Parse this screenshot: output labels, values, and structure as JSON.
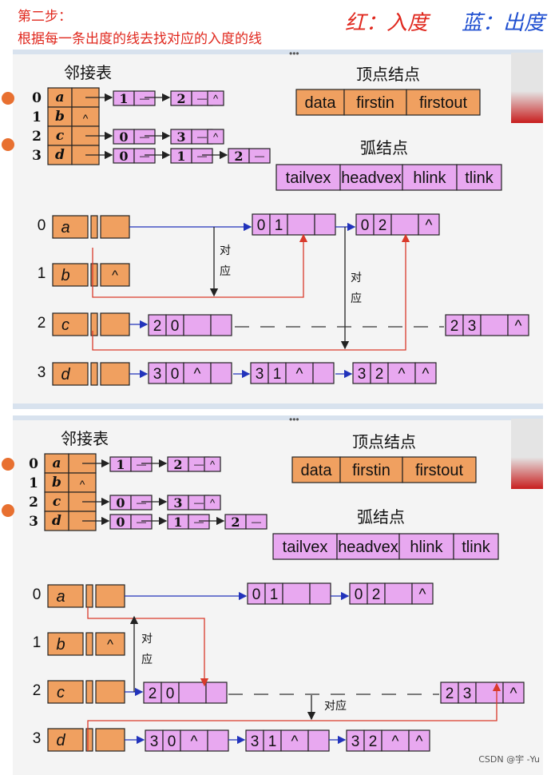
{
  "header": {
    "step": "第二步：",
    "instruction": "根据每一条出度的线去找对应的入度的线",
    "legend_red": "红：入度",
    "legend_blue": "蓝：出度"
  },
  "colors": {
    "header_red": "#e0281e",
    "in_arrow": "#d93a2b",
    "out_arrow": "#2233bb",
    "vertex_fill": "#f0a060",
    "arc_fill": "#e8a8f0",
    "watermark": "#555555"
  },
  "adjacency": {
    "title": "邻接表",
    "rows": [
      {
        "index": "0",
        "vertex": "a",
        "list": [
          "1",
          "2",
          "^"
        ]
      },
      {
        "index": "1",
        "vertex": "b",
        "list": [
          "^"
        ]
      },
      {
        "index": "2",
        "vertex": "c",
        "list": [
          "0",
          "3",
          "^"
        ]
      },
      {
        "index": "3",
        "vertex": "d",
        "list": [
          "0",
          "1",
          "2"
        ]
      }
    ]
  },
  "vertex_node": {
    "title": "顶点结点",
    "fields": [
      "data",
      "firstin",
      "firstout"
    ]
  },
  "arc_node": {
    "title": "弧结点",
    "fields": [
      "tailvex",
      "headvex",
      "hlink",
      "tlink"
    ]
  },
  "orthogonal": {
    "vertices": [
      {
        "index": "0",
        "label": "a",
        "out_null": ""
      },
      {
        "index": "1",
        "label": "b",
        "out_null": "^"
      },
      {
        "index": "2",
        "label": "c",
        "out_null": ""
      },
      {
        "index": "3",
        "label": "d",
        "out_null": ""
      }
    ],
    "arcs": [
      {
        "tail": "0",
        "head": "1",
        "hlink": "",
        "tlink": ""
      },
      {
        "tail": "0",
        "head": "2",
        "hlink": "",
        "tlink": "^"
      },
      {
        "tail": "2",
        "head": "0",
        "hlink": "",
        "tlink": ""
      },
      {
        "tail": "2",
        "head": "3",
        "hlink": "",
        "tlink": "^"
      },
      {
        "tail": "3",
        "head": "0",
        "hlink": "^",
        "tlink": ""
      },
      {
        "tail": "3",
        "head": "1",
        "hlink": "^",
        "tlink": ""
      },
      {
        "tail": "3",
        "head": "2",
        "hlink": "^",
        "tlink": "^"
      }
    ]
  },
  "annotation": "对应",
  "watermark": "CSDN @宇 -Yu"
}
